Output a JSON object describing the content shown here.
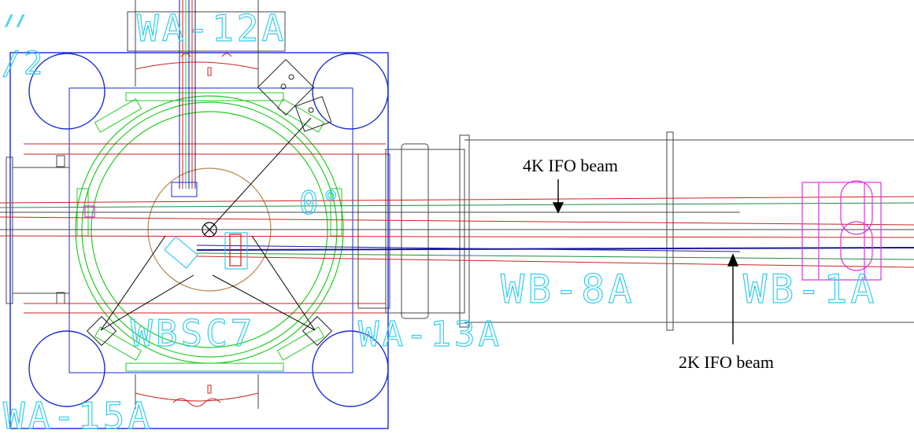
{
  "labels": {
    "wa12a": "WA-12A",
    "wa13a": "WA-13A",
    "wa15a": "WA-15A",
    "wbsc7": "WBSC7",
    "wb8a": "WB-8A",
    "wb1a": "WB-1A",
    "angle": "0°",
    "frac": "/2",
    "tick": "//"
  },
  "callouts": {
    "beam_4k": "4K IFO beam",
    "beam_2k": "2K IFO beam"
  },
  "colors": {
    "chamber": "#1a2bd6",
    "ring": "#22cc22",
    "label": "#33ccee",
    "beam_red": "#cc2222",
    "beam_blue": "#1a1a99",
    "beam_green": "#228844",
    "magenta": "#dd33dd",
    "tan": "#b8864a",
    "dark": "#444444"
  }
}
